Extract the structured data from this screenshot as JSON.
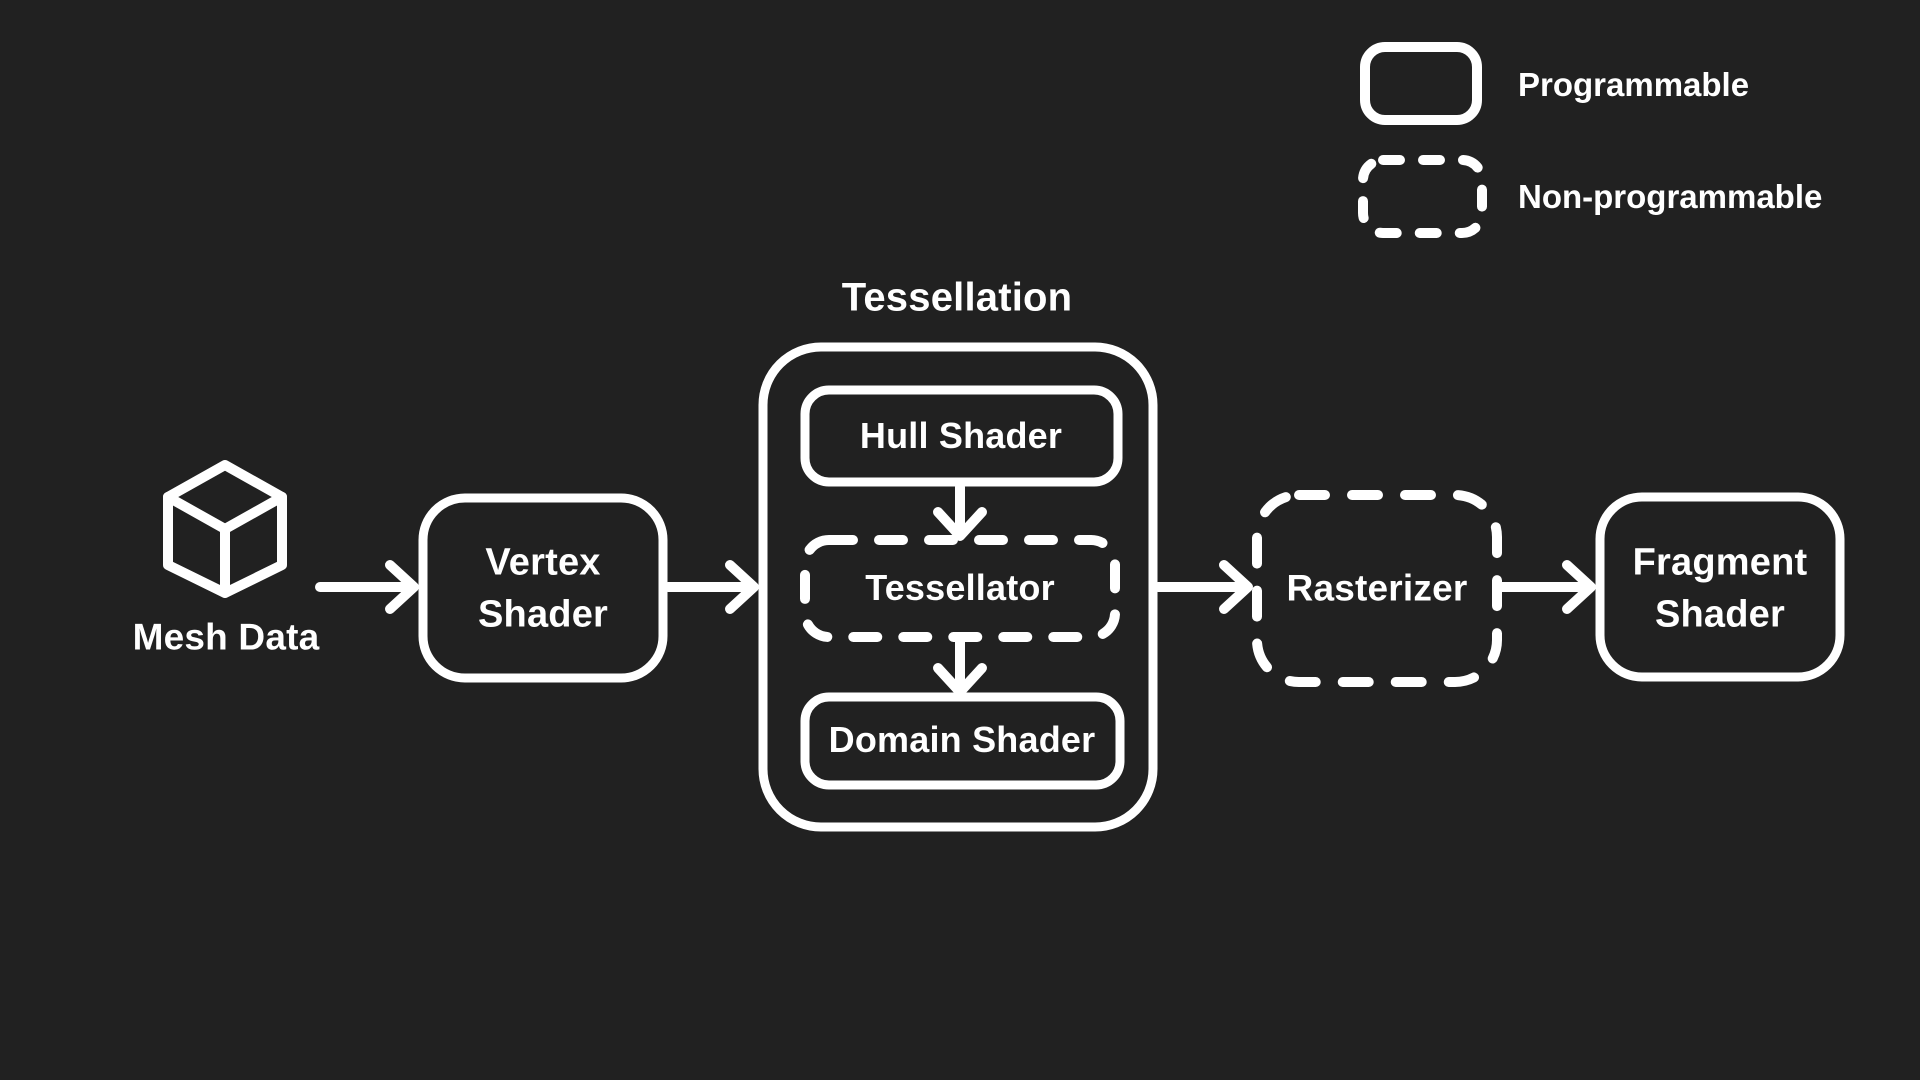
{
  "colors": {
    "background": "#212121",
    "stroke": "#ffffff",
    "text": "#ffffff"
  },
  "legend": {
    "items": [
      {
        "label": "Programmable",
        "style": "solid"
      },
      {
        "label": "Non-programmable",
        "style": "dashed"
      }
    ]
  },
  "pipeline": {
    "input": {
      "label": "Mesh Data",
      "icon": "cube-icon"
    },
    "stages": [
      {
        "id": "vertex-shader",
        "label": "Vertex\nShader",
        "type": "programmable"
      },
      {
        "id": "rasterizer",
        "label": "Rasterizer",
        "type": "non-programmable"
      },
      {
        "id": "fragment-shader",
        "label": "Fragment\nShader",
        "type": "programmable"
      }
    ],
    "tessellation_group": {
      "title": "Tessellation",
      "children": [
        {
          "id": "hull-shader",
          "label": "Hull Shader",
          "type": "programmable"
        },
        {
          "id": "tessellator",
          "label": "Tessellator",
          "type": "non-programmable"
        },
        {
          "id": "domain-shader",
          "label": "Domain Shader",
          "type": "programmable"
        }
      ]
    },
    "edges": [
      {
        "from": "mesh-data",
        "to": "vertex-shader"
      },
      {
        "from": "vertex-shader",
        "to": "tessellation"
      },
      {
        "from": "hull-shader",
        "to": "tessellator"
      },
      {
        "from": "tessellator",
        "to": "domain-shader"
      },
      {
        "from": "tessellation",
        "to": "rasterizer"
      },
      {
        "from": "rasterizer",
        "to": "fragment-shader"
      }
    ]
  }
}
